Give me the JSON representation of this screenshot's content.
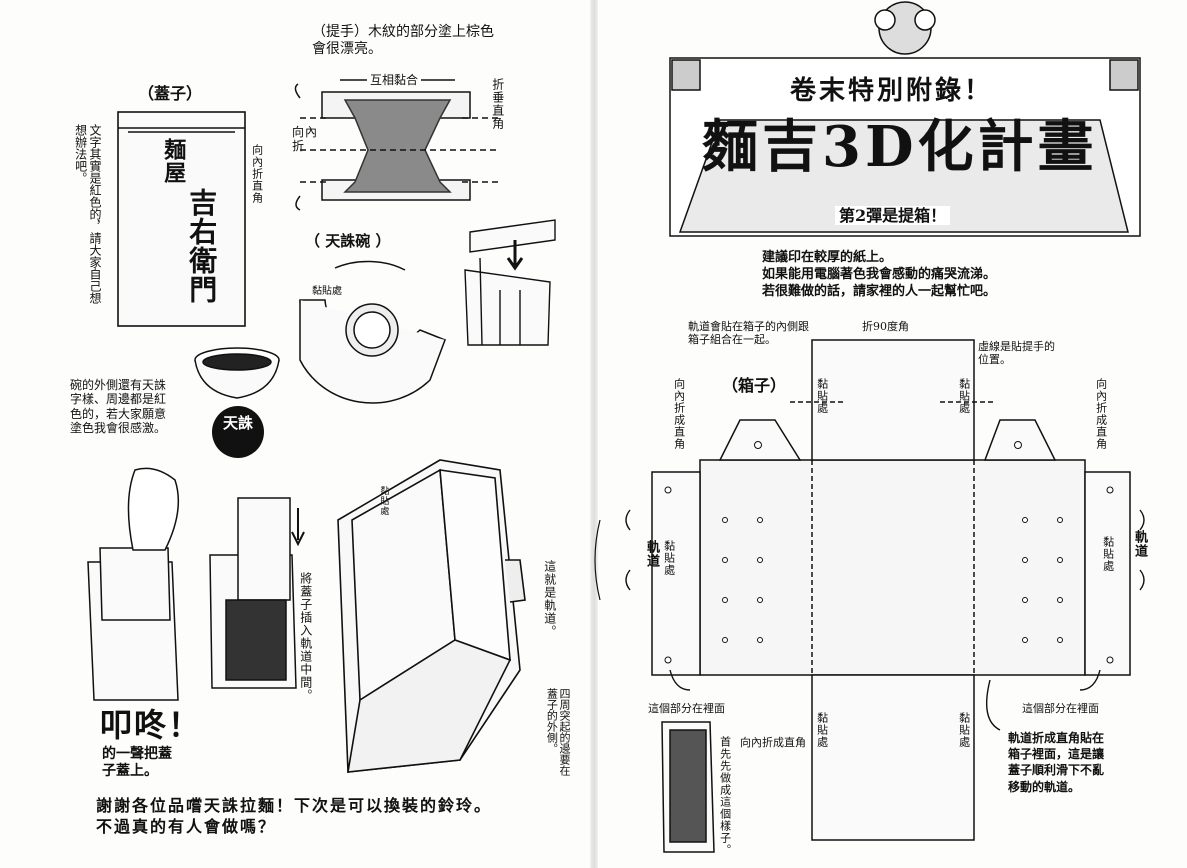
{
  "left": {
    "handle_note": "（提手）木紋的部分塗上棕色\n會很漂亮。",
    "glue_each_other": "互相黏合",
    "fold_vertical": "折垂直角",
    "fold_inward": "向內折",
    "lid_label": "（蓋子）",
    "lid_brand_small": "麺屋",
    "lid_brand_big": "吉右衛門",
    "lid_text_note": "文字其實是紅色的，請大家自己想想辦法吧。",
    "fold_inward_right_angle": "向內折直角",
    "tenchu_bowl_label": "（ 天誅碗 ）",
    "glue_area": "黏貼處",
    "bowl_note": "碗的外側還有天誅\n字樣、周邊都是紅\n色的，若大家願意\n塗色我會很感激。",
    "tenchu_logo": "天誅",
    "insert_lid_note": "將蓋子插入軌道中間。",
    "this_is_rail": "這就是軌道。",
    "edges_note": "四周突起的邊要在蓋子的外側。",
    "sfx": "叩咚！",
    "sfx_caption": "的一聲把蓋\n子蓋上。",
    "bottom_note": "謝謝各位品嚐天誅拉麵！下次是可以換裝的鈴玲。\n不過真的有人會做嗎？"
  },
  "right": {
    "header_top": "卷末特別附錄！",
    "header_title": "麵吉3D化計畫",
    "header_sub": "第2彈是提箱！",
    "intro": "建議印在較厚的紙上。\n如果能用電腦著色我會感動的痛哭流涕。\n若很難做的話，請家裡的人一起幫忙吧。",
    "rail_glue_note": "軌道會貼在箱子的內側跟\n箱子組合在一起。",
    "fold_90": "折90度角",
    "dashed_note": "虛線是貼提手的\n位置。",
    "box_label": "（箱子）",
    "fold_in_right_angle": "向內折成直角",
    "fold_in_right_angle_short": "向內折成直角",
    "rail": "軌道",
    "glue": "黏貼處",
    "inside_left": "這個部分在裡面",
    "inside_right": "這個部分在裡面",
    "fold_in_bottom": "向內折成直角",
    "first_note": "首先先做成這個樣子。",
    "rail_final_note": "軌道折成直角貼在\n箱子裡面，這是讓\n蓋子順利滑下不亂\n移動的軌道。"
  }
}
